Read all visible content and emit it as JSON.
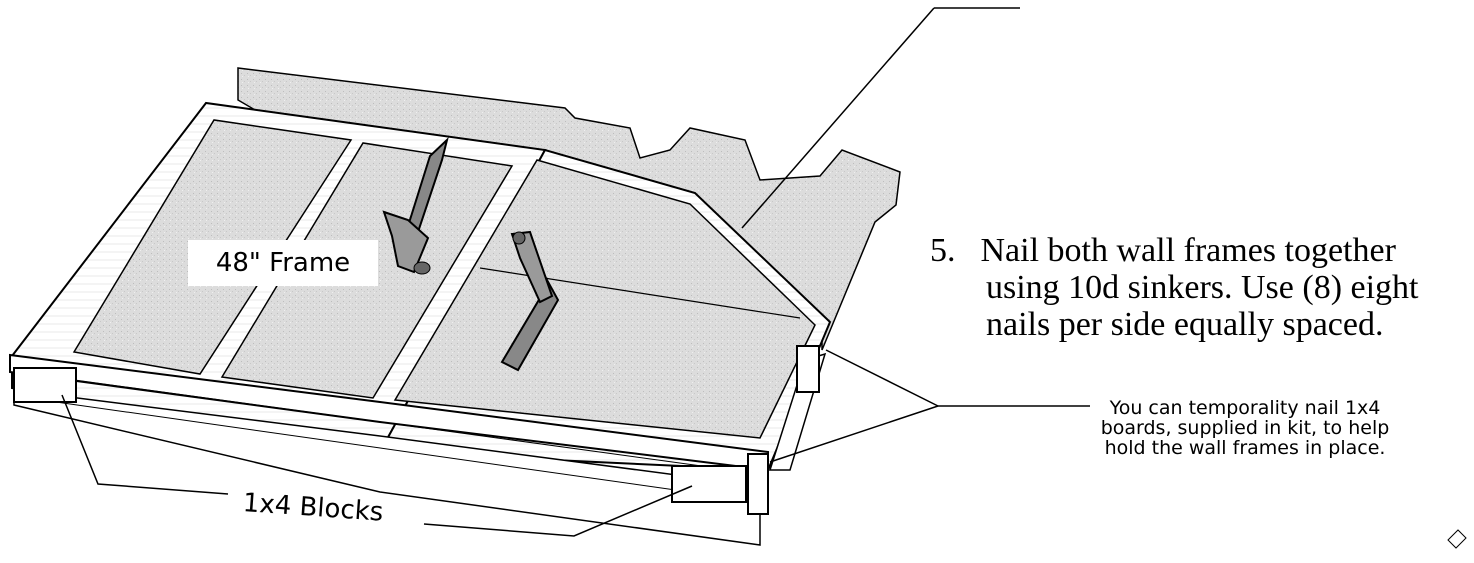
{
  "labels": {
    "frame": "48\" Frame",
    "blocks": "1x4 Blocks"
  },
  "step": {
    "number": "5.",
    "line1": "Nail both wall frames together",
    "line2": "using 10d sinkers. Use (8) eight",
    "line3": "nails per side equally spaced."
  },
  "note": {
    "line1": "You can temporality nail 1x4",
    "line2": "boards, supplied in kit, to help",
    "line3": "hold the wall frames in place."
  },
  "icons": [
    "hammer-icon",
    "hammer-icon"
  ]
}
